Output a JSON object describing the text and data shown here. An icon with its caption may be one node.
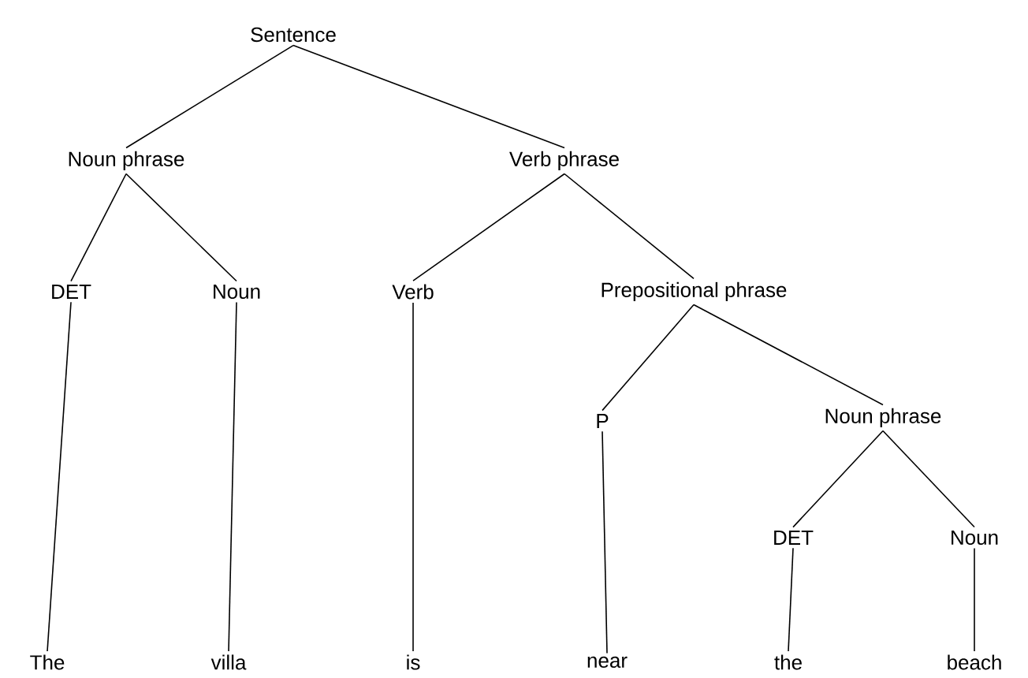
{
  "diagram": {
    "nodes": [
      {
        "text": [
          "Sentence"
        ]
      },
      {
        "text": [
          "Noun phrase"
        ]
      },
      {
        "text": [
          "Verb phrase"
        ]
      },
      {
        "text": [
          "DET"
        ]
      },
      {
        "text": [
          "Noun"
        ]
      },
      {
        "text": [
          "Verb"
        ]
      },
      {
        "text": [
          "Prepositional phrase"
        ]
      },
      {
        "text": [
          "P"
        ]
      },
      {
        "text": [
          "Noun phrase"
        ]
      },
      {
        "text": [
          "DET"
        ]
      },
      {
        "text": [
          "Noun"
        ]
      },
      {
        "text": [
          "The"
        ]
      },
      {
        "text": [
          "villa"
        ]
      },
      {
        "text": [
          "is"
        ]
      },
      {
        "text": [
          "near"
        ]
      },
      {
        "text": [
          "the"
        ]
      },
      {
        "text": [
          "beach"
        ]
      }
    ],
    "edges": [
      {
        "from": 0,
        "to": 1,
        "arrow": "none"
      },
      {
        "from": 0,
        "to": 2,
        "arrow": "none"
      },
      {
        "from": 1,
        "to": 3,
        "arrow": "none"
      },
      {
        "from": 1,
        "to": 4,
        "arrow": "none"
      },
      {
        "from": 2,
        "to": 5,
        "arrow": "none"
      },
      {
        "from": 2,
        "to": 6,
        "arrow": "none"
      },
      {
        "from": 6,
        "to": 7,
        "arrow": "none"
      },
      {
        "from": 6,
        "to": 8,
        "arrow": "none"
      },
      {
        "from": 8,
        "to": 9,
        "arrow": "none"
      },
      {
        "from": 8,
        "to": 10,
        "arrow": "none"
      },
      {
        "from": 3,
        "to": 11,
        "arrow": "none"
      },
      {
        "from": 4,
        "to": 12,
        "arrow": "none"
      },
      {
        "from": 5,
        "to": 13,
        "arrow": "none"
      },
      {
        "from": 7,
        "to": 14,
        "arrow": "none"
      },
      {
        "from": 9,
        "to": 15,
        "arrow": "none"
      },
      {
        "from": 10,
        "to": 16,
        "arrow": "none"
      }
    ]
  }
}
